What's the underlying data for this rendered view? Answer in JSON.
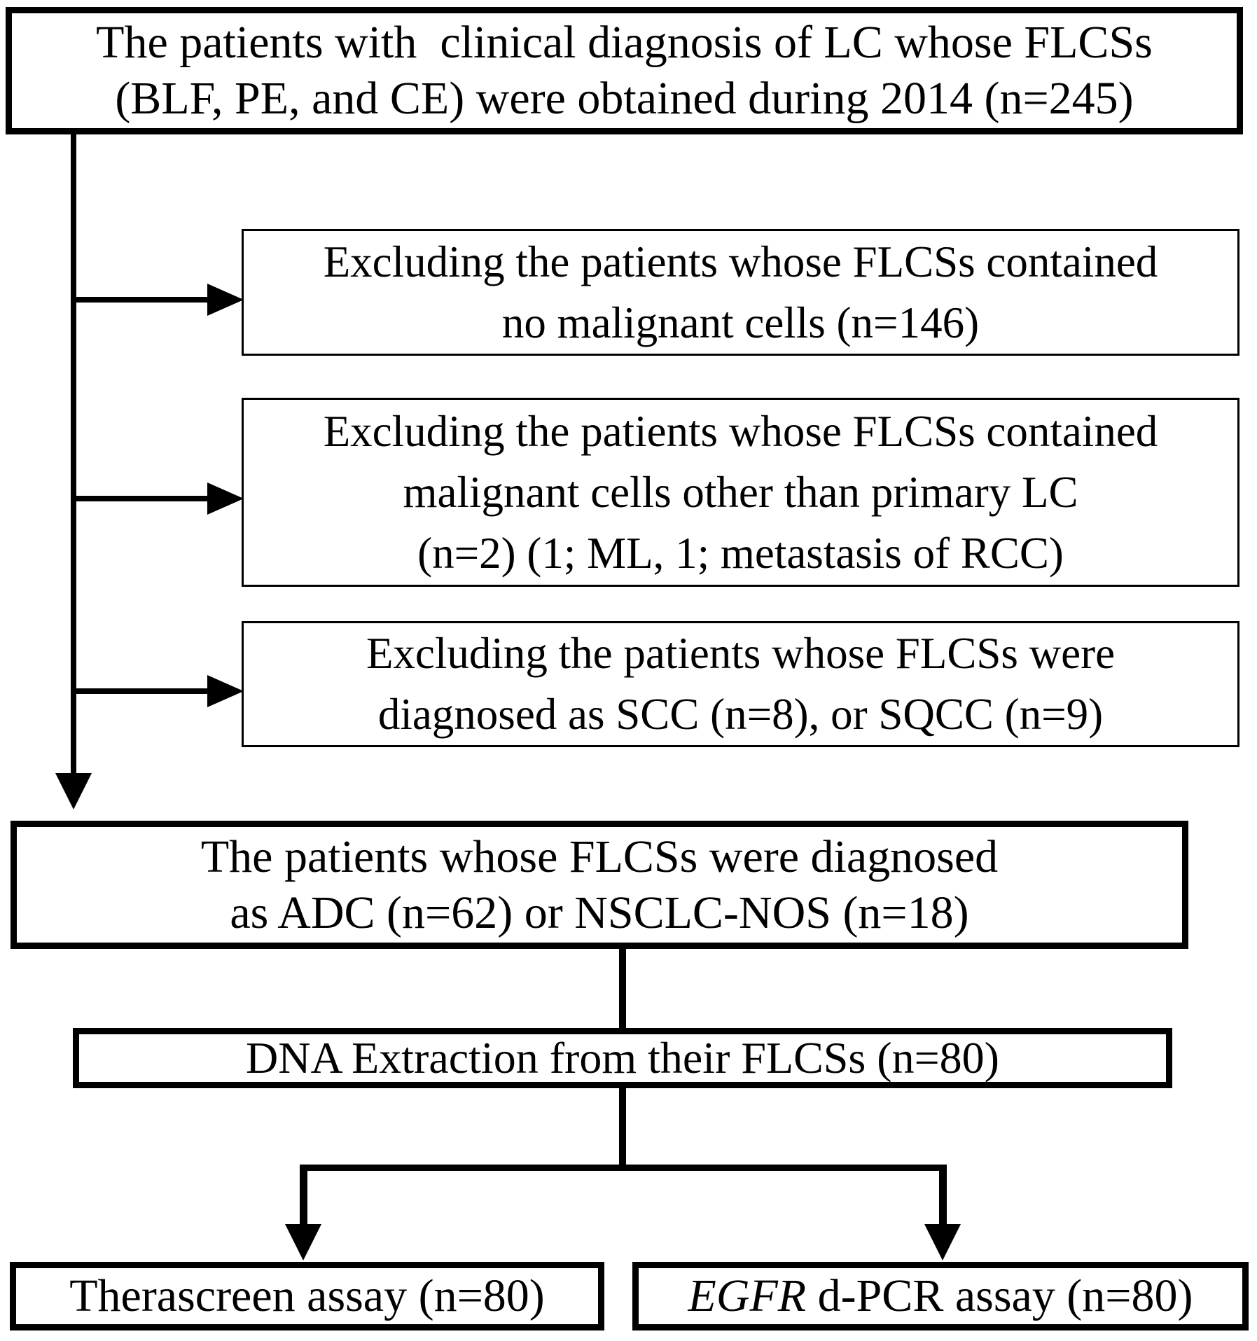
{
  "boxes": {
    "source": {
      "lines": [
        "The patients with  clinical diagnosis of LC whose FLCSs",
        "(BLF, PE, and CE) were obtained during 2014 (n=245)"
      ]
    },
    "exclusion1": {
      "lines": [
        "Excluding the patients whose FLCSs contained",
        "no malignant cells (n=146)"
      ]
    },
    "exclusion2": {
      "lines": [
        "Excluding the patients whose FLCSs contained",
        "malignant cells other than primary LC",
        "(n=2) (1; ML, 1; metastasis of RCC)"
      ]
    },
    "exclusion3": {
      "lines": [
        "Excluding the patients whose FLCSs were",
        "diagnosed as SCC (n=8), or SQCC (n=9)"
      ]
    },
    "included": {
      "lines": [
        "The patients whose FLCSs were diagnosed",
        "as ADC (n=62) or NSCLC-NOS (n=18)"
      ]
    },
    "dna_extraction": {
      "lines": [
        "DNA Extraction from their FLCSs (n=80)"
      ]
    },
    "therascreen": {
      "lines": [
        "Therascreen assay (n=80)"
      ]
    },
    "dpcr": {
      "italic_part": "EGFR",
      "rest_part": " d-PCR assay (n=80)"
    }
  },
  "colors": {
    "ink": "#000000",
    "background": "#ffffff"
  }
}
